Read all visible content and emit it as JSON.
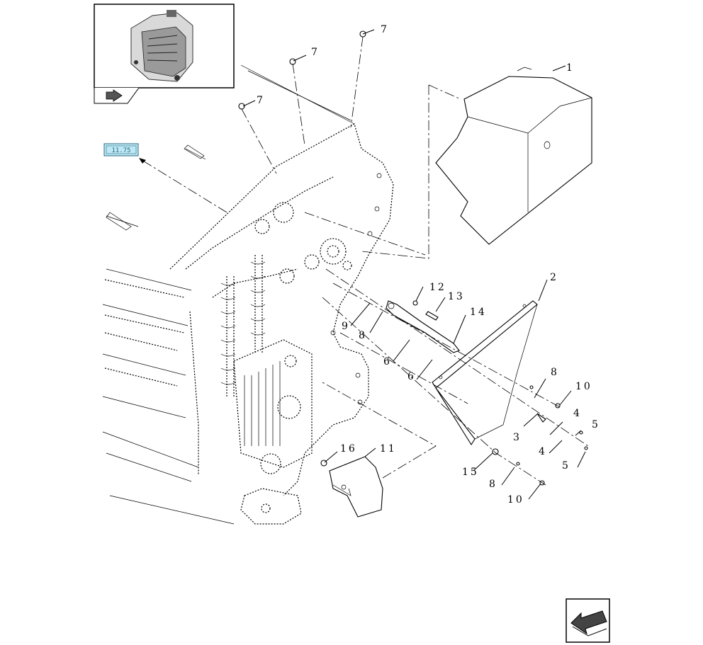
{
  "diagram": {
    "reference_tag": "11.75",
    "callouts": [
      {
        "id": "c1",
        "text": "1"
      },
      {
        "id": "c2",
        "text": "2"
      },
      {
        "id": "c3",
        "text": "3"
      },
      {
        "id": "c4a",
        "text": "4"
      },
      {
        "id": "c4b",
        "text": "4"
      },
      {
        "id": "c5a",
        "text": "5"
      },
      {
        "id": "c5b",
        "text": "5"
      },
      {
        "id": "c6a",
        "text": "6"
      },
      {
        "id": "c6b",
        "text": "6"
      },
      {
        "id": "c7a",
        "text": "7"
      },
      {
        "id": "c7b",
        "text": "7"
      },
      {
        "id": "c7c",
        "text": "7"
      },
      {
        "id": "c8a",
        "text": "8"
      },
      {
        "id": "c8b",
        "text": "8"
      },
      {
        "id": "c8c",
        "text": "8"
      },
      {
        "id": "c9",
        "text": "9"
      },
      {
        "id": "c10a",
        "text": "10"
      },
      {
        "id": "c10b",
        "text": "10"
      },
      {
        "id": "c11",
        "text": "11"
      },
      {
        "id": "c12",
        "text": "12"
      },
      {
        "id": "c13",
        "text": "13"
      },
      {
        "id": "c14",
        "text": "14"
      },
      {
        "id": "c15",
        "text": "15"
      },
      {
        "id": "c16",
        "text": "16"
      }
    ],
    "icons": {
      "thumbnail": "machine-thumbnail-icon",
      "thumbnail_nav": "back-arrow-icon",
      "next_page": "next-page-arrow-icon"
    }
  }
}
